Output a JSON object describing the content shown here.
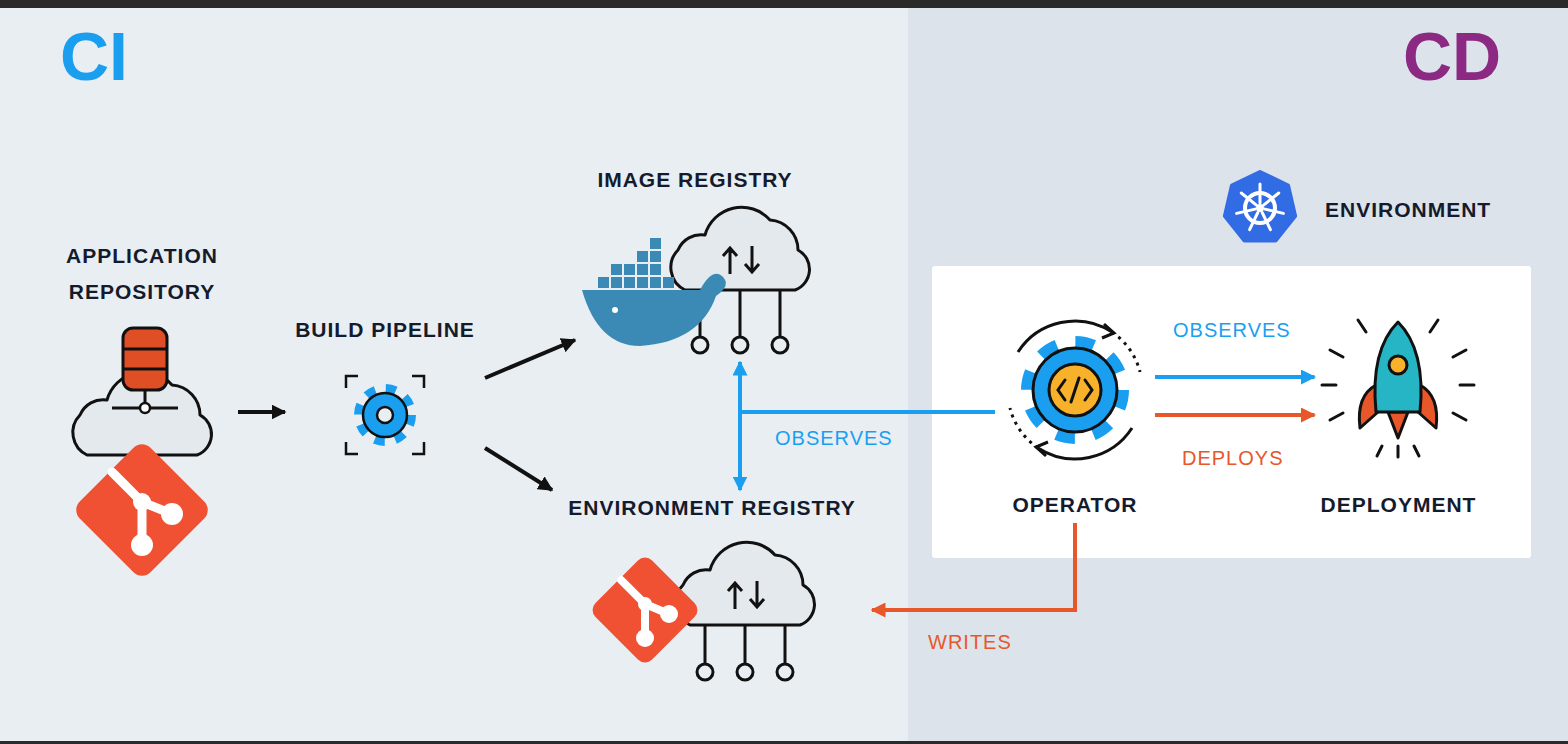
{
  "diagram": {
    "nodes": [
      {
        "text": [
          "APPLICATION REPOSITORY"
        ]
      },
      {
        "text": [
          "BUILD PIPELINE"
        ]
      },
      {
        "text": [
          "IMAGE REGISTRY"
        ]
      },
      {
        "text": [
          "ENVIRONMENT REGISTRY"
        ]
      },
      {
        "text": [
          "ENVIRONMENT"
        ]
      },
      {
        "text": [
          "OPERATOR"
        ],
        "in": 4
      },
      {
        "text": [
          "DEPLOYMENT"
        ],
        "in": 4
      }
    ],
    "edges": [
      {
        "from": 0,
        "to": 1,
        "arrow": "to"
      },
      {
        "from": 1,
        "to": 2,
        "arrow": "to"
      },
      {
        "from": 1,
        "to": 3,
        "arrow": "to"
      },
      {
        "from": 5,
        "to": 2,
        "label": "OBSERVES",
        "arrow": "to"
      },
      {
        "from": 5,
        "to": 3,
        "arrow": "to"
      },
      {
        "from": 5,
        "to": 6,
        "label": "OBSERVES",
        "arrow": "to"
      },
      {
        "from": 5,
        "to": 6,
        "label": "DEPLOYS",
        "arrow": "to"
      },
      {
        "from": 5,
        "to": 3,
        "label": "WRITES",
        "arrow": "to"
      }
    ],
    "labels": [
      "CI",
      "CD"
    ]
  }
}
